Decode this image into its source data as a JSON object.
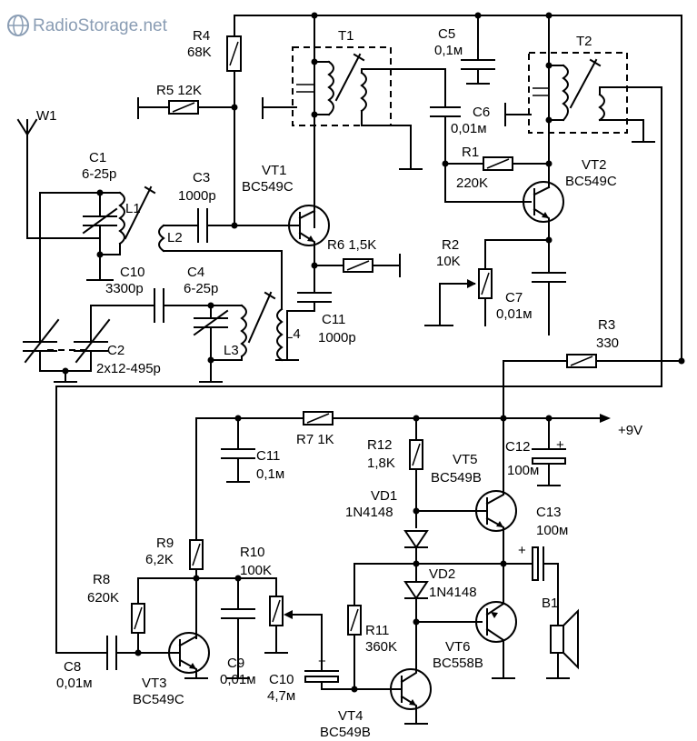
{
  "watermark": {
    "text": "RadioStorage.net",
    "icon": "globe-icon"
  },
  "colors": {
    "ink": "#000000",
    "watermark": "#8a9db4"
  },
  "labels": {
    "W1": "W1",
    "R4": "R4",
    "R4v": "68K",
    "R5": "R5 12K",
    "T1": "T1",
    "C5": "C5",
    "C5v": "0,1м",
    "T2": "T2",
    "C6": "C6",
    "C6v": "0,01м",
    "R1": "R1",
    "R1v": "220K",
    "VT1": "VT1",
    "VT1v": "BC549C",
    "VT2": "VT2",
    "VT2v": "BC549C",
    "C1": "C1",
    "C1v": "6-25p",
    "L1": "L1",
    "C3": "C3",
    "C3v": "1000p",
    "L2": "L2",
    "R6": "R6 1,5K",
    "R2": "R2",
    "R2v": "10K",
    "C10a": "C10",
    "C10av": "3300p",
    "C4": "C4",
    "C4v": "6-25p",
    "C11a": "C11",
    "C11av": "1000p",
    "L4": "L4",
    "L3": "L3",
    "C7": "C7",
    "C7v": "0,01м",
    "C2": "C2",
    "C2v": "2x12-495p",
    "R3": "R3",
    "R3v": "330",
    "V9": "+9V",
    "R7": "R7 1K",
    "R12": "R12",
    "R12v": "1,8K",
    "C12": "C12",
    "C12v": "100м",
    "C11b": "C11",
    "C11bv": "0,1м",
    "VD1": "VD1",
    "VD1v": "1N4148",
    "VT5": "VT5",
    "VT5v": "BC549B",
    "C13": "C13",
    "C13v": "100м",
    "R9": "R9",
    "R9v": "6,2K",
    "R10": "R10",
    "R10v": "100K",
    "VD2": "VD2",
    "VD2v": "1N4148",
    "R8": "R8",
    "R8v": "620K",
    "R11": "R11",
    "R11v": "360K",
    "VT6": "VT6",
    "VT6v": "BC558B",
    "B1": "B1",
    "C8": "C8",
    "C8v": "0,01м",
    "C9": "C9",
    "C9v": "0,01м",
    "C10b": "C10",
    "C10bv": "4,7м",
    "VT3": "VT3",
    "VT3v": "BC549C",
    "VT4": "VT4",
    "VT4v": "BC549B",
    "plus1": "+",
    "plus2": "+",
    "plus3": "+"
  }
}
